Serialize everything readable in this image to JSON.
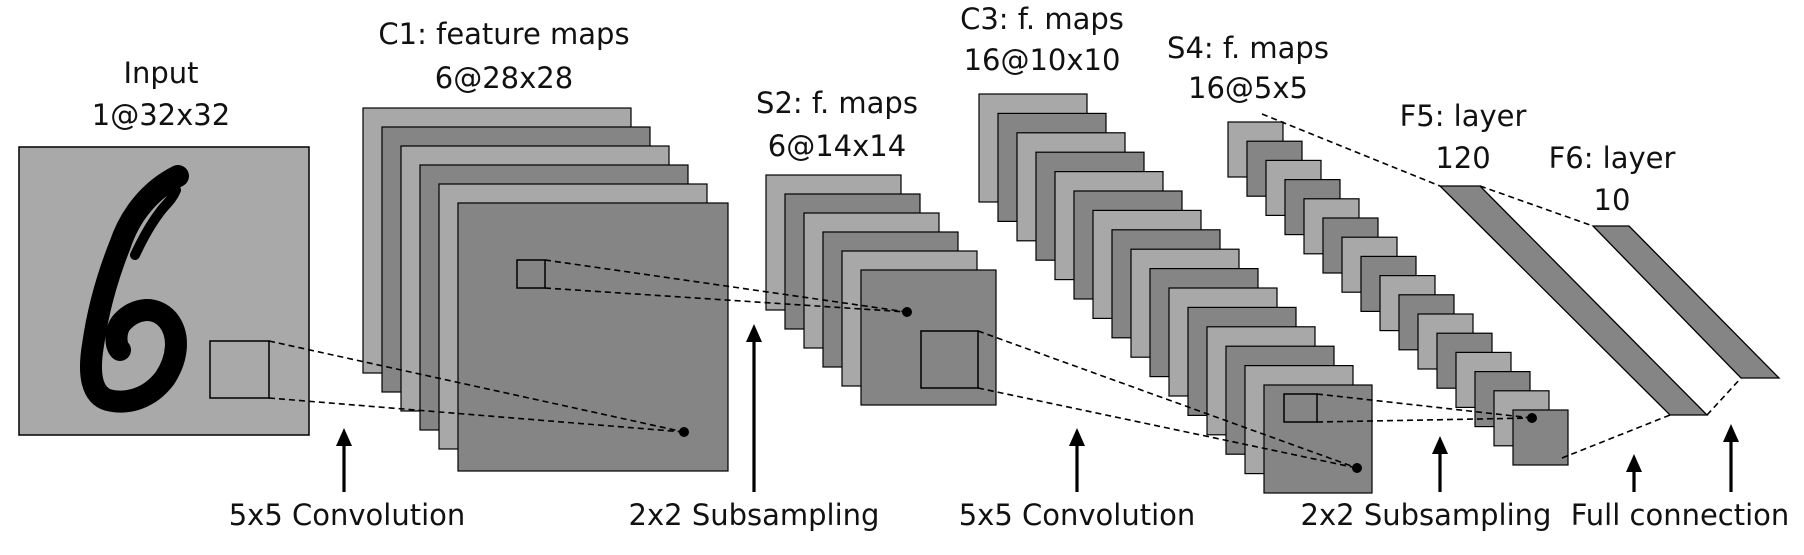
{
  "layers": {
    "input": {
      "title": "Input",
      "dims": "1@32x32"
    },
    "c1": {
      "title": "C1: feature maps",
      "dims": "6@28x28"
    },
    "s2": {
      "title": "S2: f. maps",
      "dims": "6@14x14"
    },
    "c3": {
      "title": "C3: f. maps",
      "dims": "16@10x10"
    },
    "s4": {
      "title": "S4: f. maps",
      "dims": "16@5x5"
    },
    "f5": {
      "title": "F5: layer",
      "dims": "120"
    },
    "f6": {
      "title": "F6: layer",
      "dims": "10"
    }
  },
  "operations": [
    {
      "label": "5x5 Convolution"
    },
    {
      "label": "2x2 Subsampling"
    },
    {
      "label": "5x5 Convolution"
    },
    {
      "label": "2x2 Subsampling"
    },
    {
      "label": "Full connection"
    }
  ],
  "colors": {
    "light_map": "#a8a8a8",
    "dark_map": "#858585",
    "input_bg": "#a9a9a9",
    "digit": "#000000",
    "stroke": "#000000",
    "text": "#111111"
  }
}
